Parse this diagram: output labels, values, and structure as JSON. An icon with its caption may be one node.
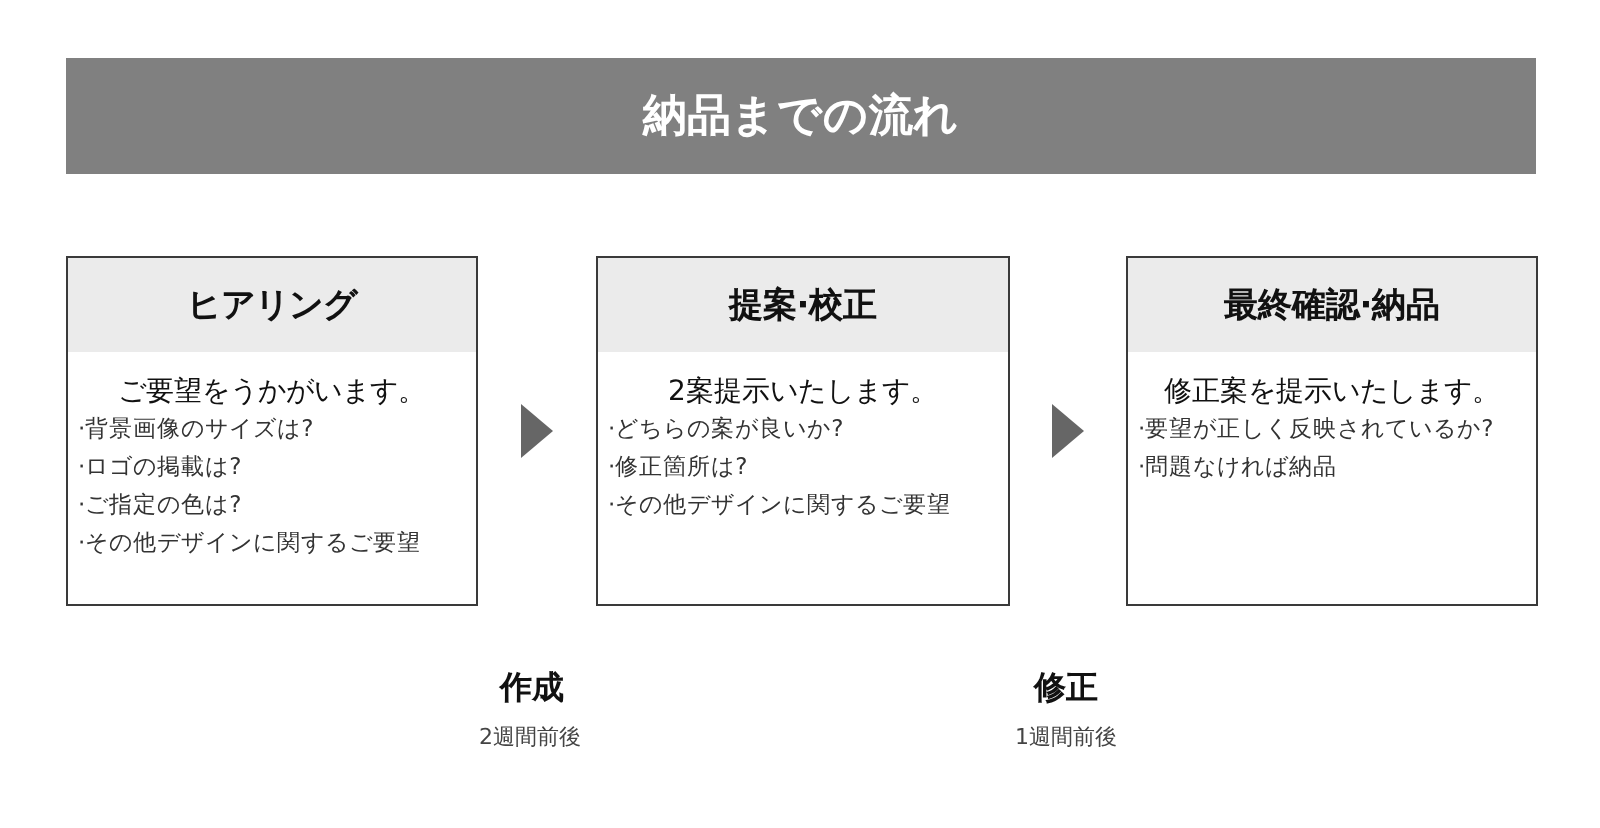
{
  "diagram": {
    "title": "納品までの流れ",
    "nodes": [
      {
        "text": [
          "ヒアリング",
          "ご要望をうかがいます。",
          "·背景画像のサイズは?",
          "·ロゴの掲載は?",
          "·ご指定の色は?",
          "·その他デザインに関するご要望"
        ]
      },
      {
        "text": [
          "提案·校正",
          "2案提示いたします。",
          "·どちらの案が良いか?",
          "·修正箇所は?",
          "·その他デザインに関するご要望"
        ]
      },
      {
        "text": [
          "最終確認·納品",
          "修正案を提示いたします。",
          "·要望が正しく反映されているか?",
          "·問題なければ納品"
        ]
      }
    ],
    "edges": [
      {
        "from": 0,
        "to": 1,
        "arrow": "to"
      },
      {
        "from": 1,
        "to": 2,
        "arrow": "to"
      }
    ],
    "labels": [
      "作成",
      "2週間前後",
      "修正",
      "1週間前後"
    ]
  }
}
